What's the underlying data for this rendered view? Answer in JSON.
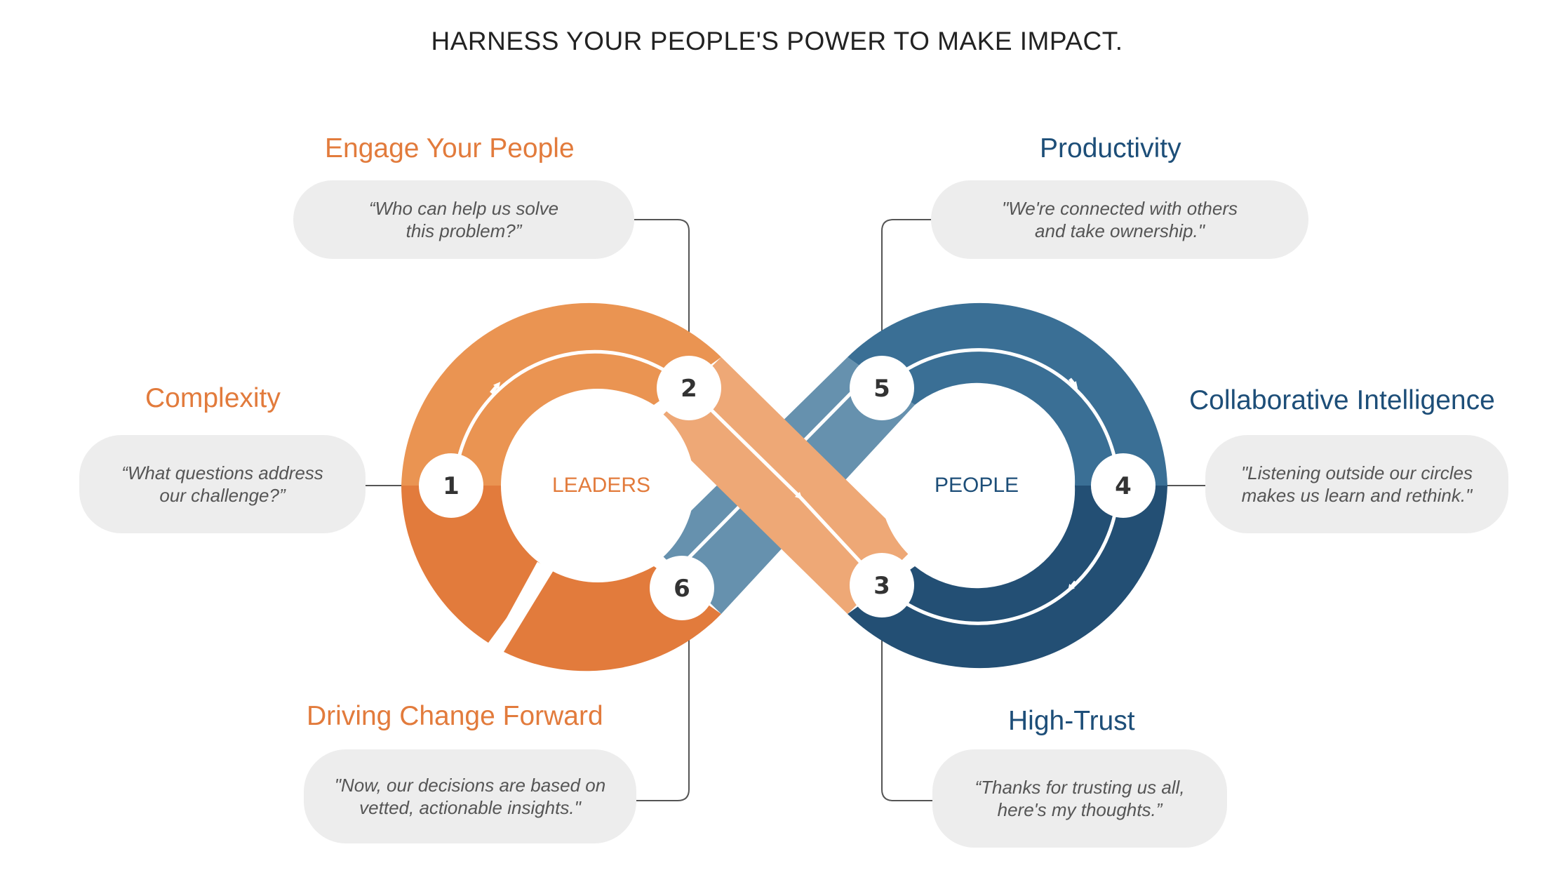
{
  "title": "HARNESS YOUR PEOPLE'S POWER TO MAKE IMPACT.",
  "colors": {
    "orange_dark": "#e27b3c",
    "orange_mid": "#ea9452",
    "orange_light": "#eea876",
    "blue_dark": "#234f74",
    "blue_mid": "#3a6f95",
    "blue_light": "#6691ae",
    "bubble": "#ededed",
    "connector": "#555555"
  },
  "loops": {
    "left_label": "LEADERS",
    "right_label": "PEOPLE"
  },
  "steps": [
    {
      "number": "1",
      "heading": "Complexity",
      "quote": "“What questions address\nour challenge?”",
      "color": "orange"
    },
    {
      "number": "2",
      "heading": "Engage Your People",
      "quote": "“Who can help us solve\nthis problem?”",
      "color": "orange"
    },
    {
      "number": "3",
      "heading": "High-Trust",
      "quote": "“Thanks for trusting us all,\nhere's  my thoughts.”",
      "color": "blue"
    },
    {
      "number": "4",
      "heading": "Collaborative Intelligence",
      "quote": "\"Listening outside our circles\nmakes us learn and rethink.\"",
      "color": "blue"
    },
    {
      "number": "5",
      "heading": "Productivity",
      "quote": "\"We're connected with others\nand take ownership.\"",
      "color": "blue"
    },
    {
      "number": "6",
      "heading": "Driving Change Forward",
      "quote": "\"Now, our decisions are based on\nvetted, actionable insights.\"",
      "color": "orange"
    }
  ]
}
